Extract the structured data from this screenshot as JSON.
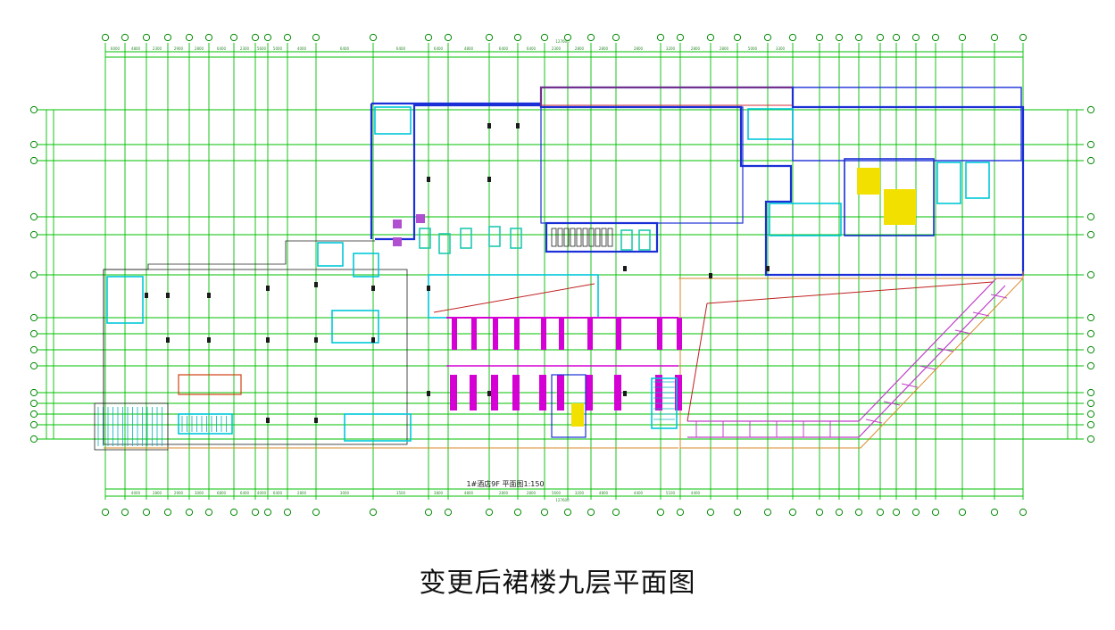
{
  "caption": "变更后裙楼九层平面图",
  "drawing_label": "1#酒店9F 平面图1:150",
  "overall_dim_top": "127600",
  "overall_dim_bottom": "127600",
  "dims_top": [
    "6000",
    "4800",
    "2300",
    "2900",
    "2800",
    "6400",
    "2300",
    "5600",
    "5000",
    "4000",
    "6400",
    "6400",
    "6400",
    "4800",
    "6400",
    "6400",
    "2300",
    "2800",
    "2800",
    "2800",
    "3200",
    "2800",
    "2800",
    "5000",
    "3300"
  ],
  "dims_bottom": [
    "4000",
    "2800",
    "2900",
    "3000",
    "6800",
    "6400",
    "4000",
    "6400",
    "2800",
    "3000",
    "3500",
    "3800",
    "4800",
    "2800",
    "2800",
    "5600",
    "3200",
    "4800",
    "4400",
    "5100",
    "4400"
  ],
  "colors": {
    "grid": "#00c000",
    "wall": "#1a2fd6",
    "cyan": "#00c8d8",
    "magenta": "#d400d4",
    "red": "#c02020",
    "orange": "#d98a2a"
  }
}
